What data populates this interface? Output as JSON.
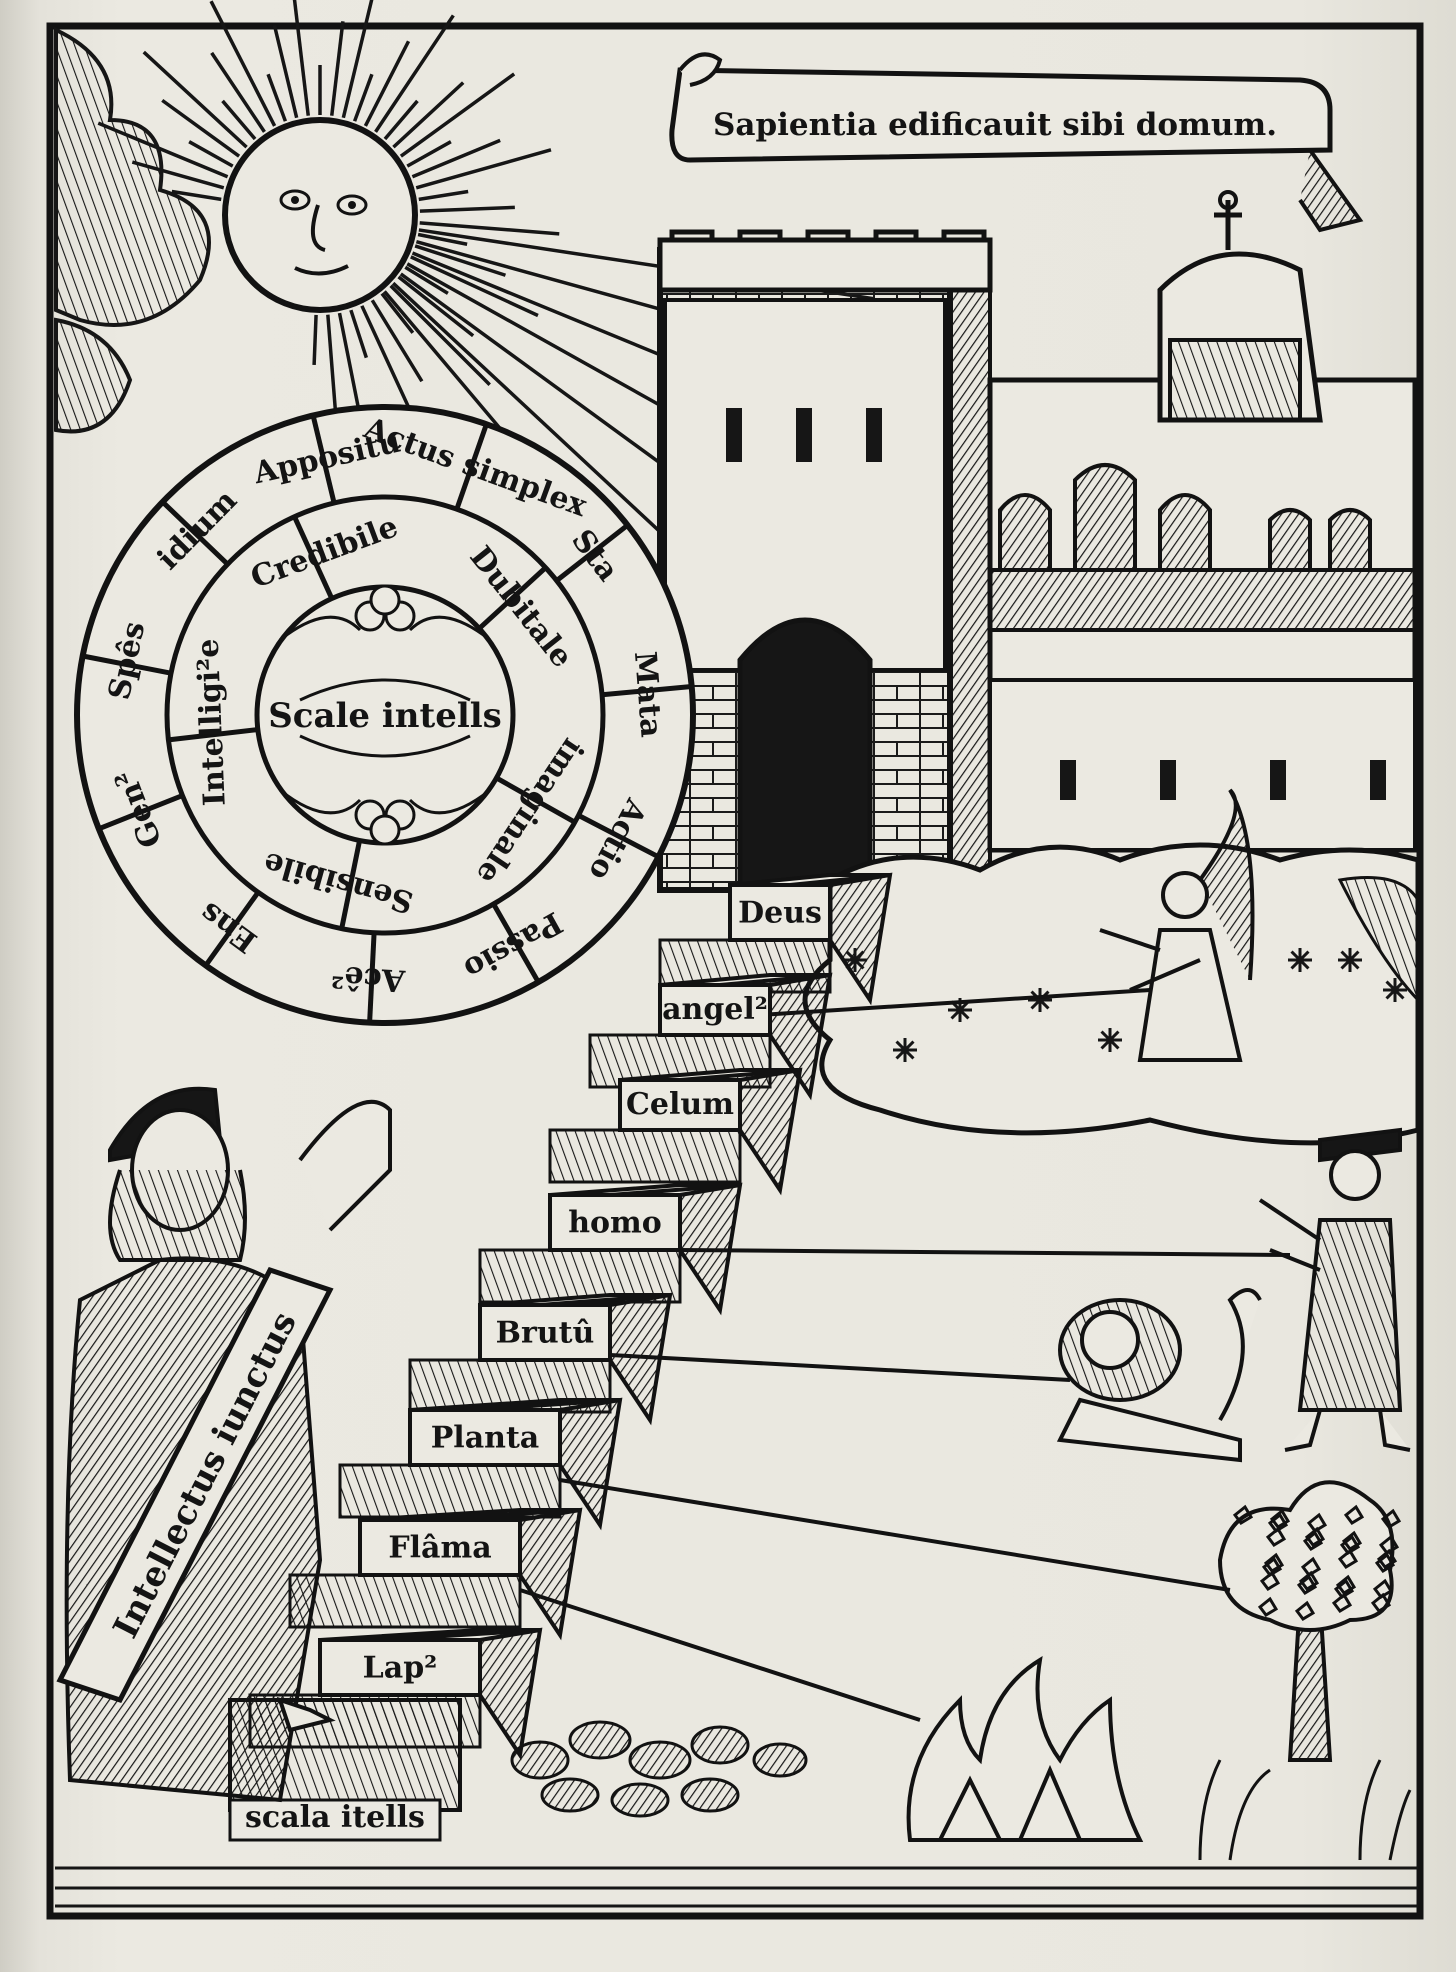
{
  "banner": {
    "motto": "Sapientia edificauit sibi domum."
  },
  "wheel": {
    "center": "Scale intells",
    "outer_ring": [
      "Actus simplex",
      "Sta",
      "Mata",
      "Actio",
      "Passio",
      "Acê²",
      "Ens",
      "Gen²",
      "Spês",
      "idium",
      "Appositu"
    ],
    "inner_ring": [
      "Dubitale",
      "imaginale",
      "Sensibile",
      "Intelligi²e",
      "Credibile"
    ]
  },
  "stairs": {
    "steps": [
      "Deus",
      "angel²",
      "Celum",
      "homo",
      "Brutû",
      "Planta",
      "Flâma",
      "Lap²"
    ],
    "base_label": "scala itells"
  },
  "figure": {
    "scroll_text": "Intellectus iunctus"
  },
  "colors": {
    "paper": "#e9e7df",
    "ink": "#141414"
  }
}
